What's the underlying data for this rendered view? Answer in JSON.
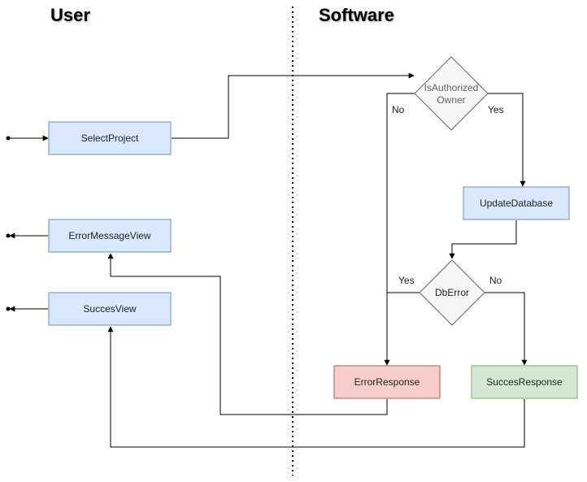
{
  "lanes": {
    "user_title": "User",
    "software_title": "Software"
  },
  "nodes": {
    "select_project": "SelectProject",
    "error_message_view": "ErrorMessageView",
    "succes_view": "SuccesView",
    "is_authorized_line1": "IsAuthorized",
    "is_authorized_line2": "Owner",
    "update_database": "UpdateDatabase",
    "db_error": "DbError",
    "error_response": "ErrorResponse",
    "succes_response": "SuccesResponse"
  },
  "edge_labels": {
    "auth_no": "No",
    "auth_yes": "Yes",
    "db_yes": "Yes",
    "db_no": "No"
  },
  "colors": {
    "blue_fill": "#dae8fc",
    "blue_stroke": "#6c8ebf",
    "red_fill": "#f8cecc",
    "red_stroke": "#b85450",
    "green_fill": "#d5e8d4",
    "green_stroke": "#82b366",
    "decision_fill": "#f5f5f5",
    "decision_stroke": "#666666"
  }
}
